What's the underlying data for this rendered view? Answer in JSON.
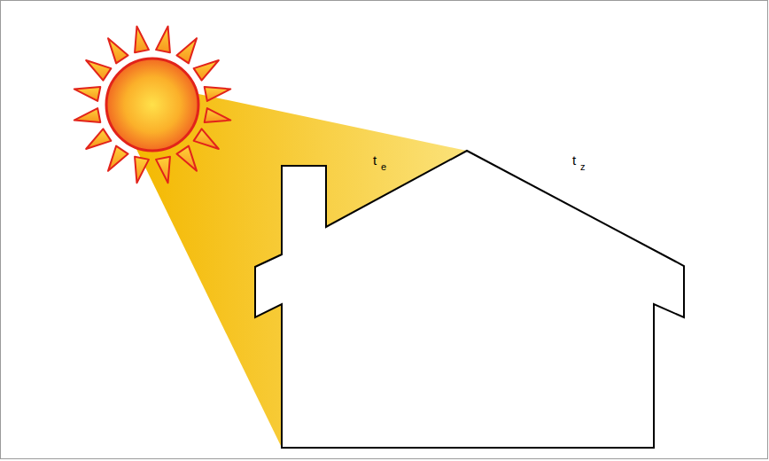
{
  "diagram": {
    "labels": [
      "t",
      "e",
      "t",
      "z"
    ]
  }
}
